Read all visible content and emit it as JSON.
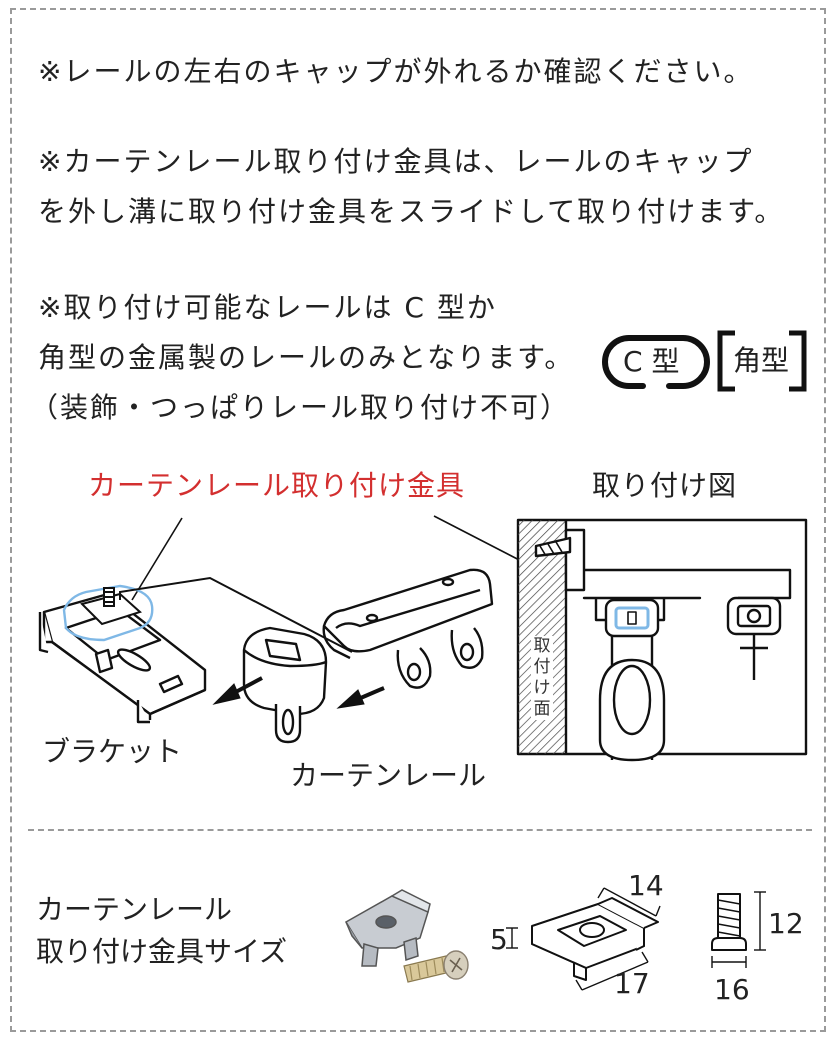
{
  "notes": {
    "line1": "※レールの左右のキャップが外れるか確認ください。",
    "line2a": "※カーテンレール取り付け金具は、レールのキャップ",
    "line2b": "を外し溝に取り付け金具をスライドして取り付けます。",
    "line3a": "※取り付け可能なレールは C 型か",
    "line3b": "角型の金属製のレールのみとなります。",
    "line3c": "（装飾・つっぱりレール取り付け不可）"
  },
  "rail_types": {
    "c_type": "C 型",
    "kaku_type": "角型"
  },
  "diagram": {
    "bracket_callout": "カーテンレール取り付け金具",
    "install_title": "取り付け図",
    "bracket_label": "ブラケット",
    "rail_label": "カーテンレール",
    "wall_label": "取付け面"
  },
  "size": {
    "title_line1": "カーテンレール",
    "title_line2": "取り付け金具サイズ",
    "dim_width": "14",
    "dim_height": "5",
    "dim_length": "17",
    "screw_length": "12",
    "screw_head": "16"
  },
  "colors": {
    "accent_red": "#d32f2f",
    "highlight_blue": "#7fb8e6"
  }
}
